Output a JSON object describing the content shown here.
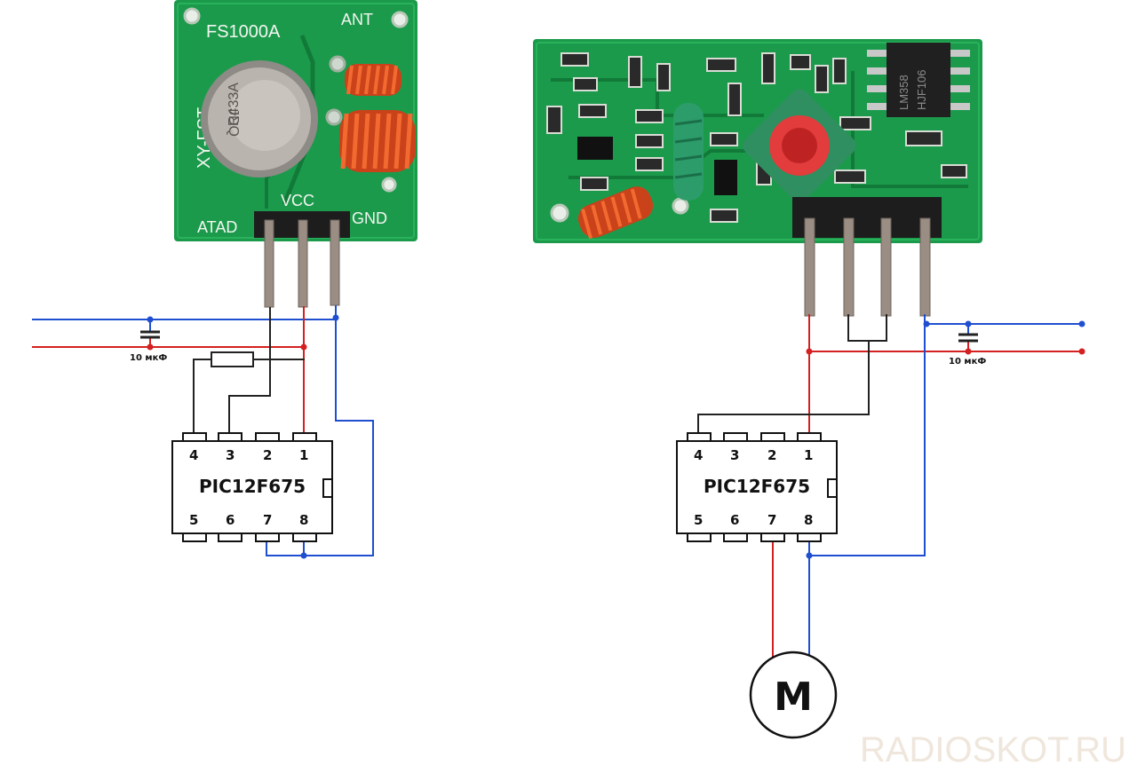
{
  "colors": {
    "pcb": "#1c9a4c",
    "pcb_dark": "#0f7a38",
    "silk": "#f2f6f0",
    "coil": "#e2541c",
    "pin_metal": "#9a8d84",
    "header_black": "#1d1d1d",
    "wire_blue": "#1f4fd0",
    "wire_red": "#d42020",
    "wire_black": "#222222",
    "chip_outline": "#111111",
    "watermark": "#efe6dc"
  },
  "transmitter": {
    "model": "FS1000A",
    "ant_label": "ANT",
    "side_label": "XY-FST",
    "data_label": "ATAD",
    "vcc_label": "VCC",
    "gnd_label": "GND",
    "resonator_text_1": "R433A",
    "resonator_text_2": "JDQ"
  },
  "receiver": {
    "ic_label_1": "LM358",
    "ic_label_2": "HJF106"
  },
  "left_circuit": {
    "capacitor_label": "10 мкФ",
    "chip_name": "PIC12F675",
    "top_pins": [
      "4",
      "3",
      "2",
      "1"
    ],
    "bottom_pins": [
      "5",
      "6",
      "7",
      "8"
    ]
  },
  "right_circuit": {
    "capacitor_label": "10 мкФ",
    "chip_name": "PIC12F675",
    "top_pins": [
      "4",
      "3",
      "2",
      "1"
    ],
    "bottom_pins": [
      "5",
      "6",
      "7",
      "8"
    ],
    "motor_label": "M"
  },
  "watermark": "RADIOSKOT.RU"
}
